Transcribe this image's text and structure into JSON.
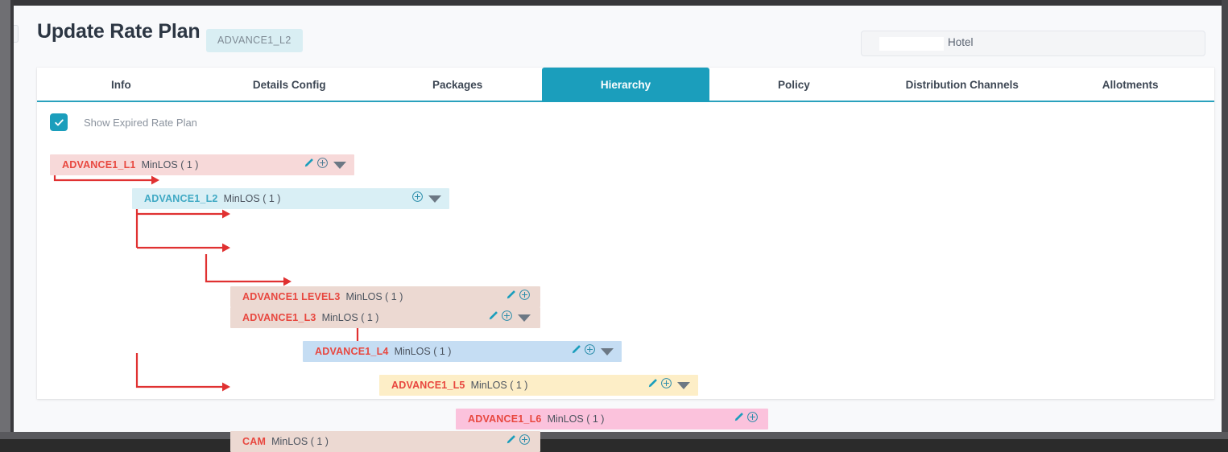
{
  "header": {
    "title": "Update Rate Plan",
    "code_chip": "ADVANCE1_L2",
    "hotel_selector": {
      "label": "Hotel",
      "redacted": true
    }
  },
  "tabs": [
    {
      "label": "Info",
      "active": false
    },
    {
      "label": "Details Config",
      "active": false
    },
    {
      "label": "Packages",
      "active": false
    },
    {
      "label": "Hierarchy",
      "active": true
    },
    {
      "label": "Policy",
      "active": false
    },
    {
      "label": "Distribution Channels",
      "active": false
    },
    {
      "label": "Allotments",
      "active": false
    }
  ],
  "options": {
    "show_expired": {
      "label": "Show Expired Rate Plan",
      "checked": true
    }
  },
  "hierarchy": {
    "minlos_label": "MinLOS ( 1 )",
    "nodes": [
      {
        "name": "ADVANCE1_L1",
        "minlos": "MinLOS ( 1 )",
        "level": 1,
        "edit": true,
        "add": true,
        "caret": true,
        "color": "#f7d9d9",
        "name_color": "#e8473f"
      },
      {
        "name": "ADVANCE1_L2",
        "minlos": "MinLOS ( 1 )",
        "level": 2,
        "edit": false,
        "add": true,
        "caret": true,
        "color": "#d9eff5",
        "name_color": "#3fa9c4"
      },
      {
        "name": "ADVANCE1 LEVEL3",
        "minlos": "MinLOS ( 1 )",
        "level": 3,
        "edit": true,
        "add": true,
        "caret": false,
        "color": "#ecd9d2",
        "name_color": "#e8473f"
      },
      {
        "name": "ADVANCE1_L3",
        "minlos": "MinLOS ( 1 )",
        "level": 3,
        "edit": true,
        "add": true,
        "caret": true,
        "color": "#ecd9d2",
        "name_color": "#e8473f"
      },
      {
        "name": "ADVANCE1_L4",
        "minlos": "MinLOS ( 1 )",
        "level": 4,
        "edit": true,
        "add": true,
        "caret": true,
        "color": "#c5ddf3",
        "name_color": "#e8473f"
      },
      {
        "name": "ADVANCE1_L5",
        "minlos": "MinLOS ( 1 )",
        "level": 5,
        "edit": true,
        "add": true,
        "caret": true,
        "color": "#fdeec7",
        "name_color": "#e8473f"
      },
      {
        "name": "ADVANCE1_L6",
        "minlos": "MinLOS ( 1 )",
        "level": 6,
        "edit": true,
        "add": true,
        "caret": false,
        "color": "#fbc2dc",
        "name_color": "#e8473f"
      },
      {
        "name": "CAM",
        "minlos": "MinLOS ( 1 )",
        "level": 3,
        "edit": true,
        "add": true,
        "caret": false,
        "color": "#ecd9d2",
        "name_color": "#e8473f"
      }
    ],
    "connector_color": "#e03131"
  },
  "colors": {
    "accent": "#1b9ebc",
    "tab_underline": "#2aa1bd",
    "title": "#2c3643",
    "node_name": "#e8473f",
    "connector": "#e03131",
    "page_bg": "#f8f9fb"
  },
  "icons": {
    "edit": "pencil-icon",
    "add": "plus-circle-icon",
    "collapse": "caret-down-icon",
    "check": "check-icon"
  }
}
